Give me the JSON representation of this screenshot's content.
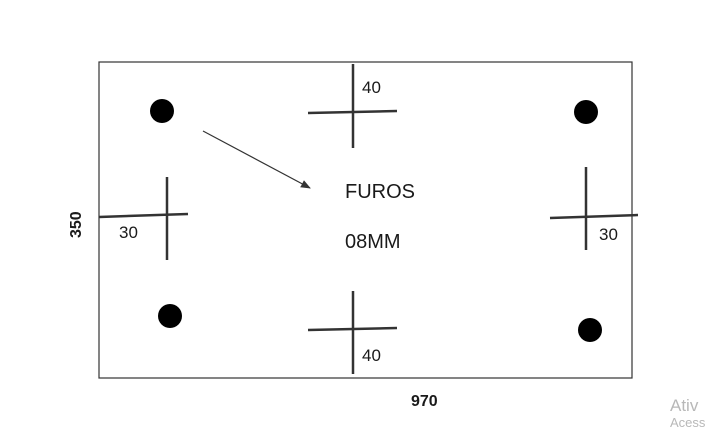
{
  "diagram": {
    "corner_dims": {
      "top": "40",
      "bottom": "40",
      "left": "30",
      "right": "30"
    },
    "center_label": {
      "line1": "FUROS",
      "line2": "08MM"
    },
    "width_label": "970",
    "height_label": "350"
  },
  "watermark": {
    "line1": "Ativ",
    "line2": "Acess"
  }
}
